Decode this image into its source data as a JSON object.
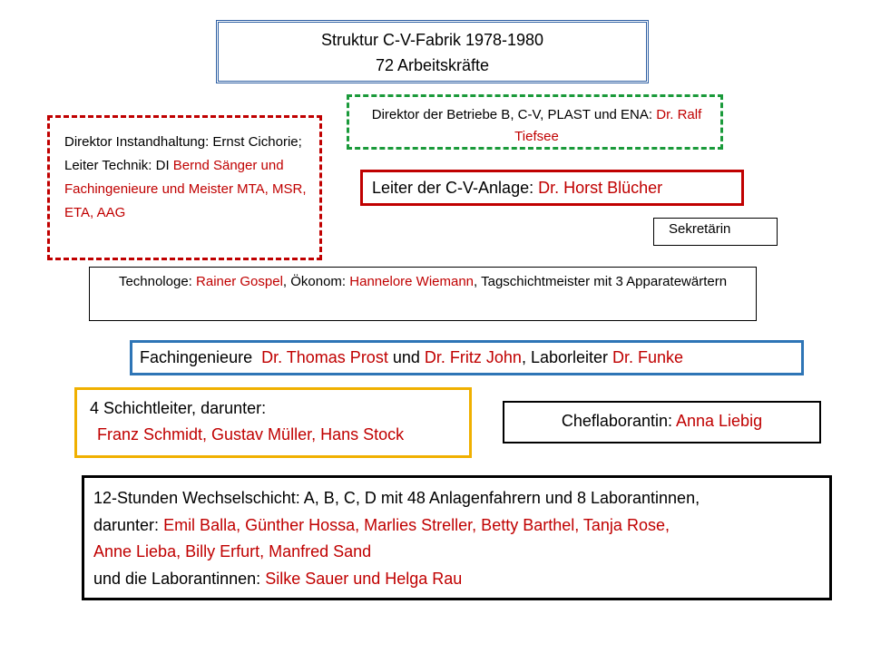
{
  "header": {
    "title": "Struktur C-V-Fabrik 1978-1980",
    "workforce": "72 Arbeitskräfte"
  },
  "director": {
    "label": "Direktor der Betriebe  B, C-V, PLAST und ENA:",
    "name": "Dr. Ralf Tiefsee"
  },
  "maintenance": {
    "label": "Direktor Instandhaltung: Ernst Cichorie; Leiter Technik: DI",
    "staff": "Bernd Sänger und Fachingenieure  und Meister MTA, MSR, ETA, AAG"
  },
  "plant_lead": {
    "label": "Leiter der C-V-Anlage:",
    "name": "Dr. Horst Blücher"
  },
  "secretary": {
    "label": "Sekretärin"
  },
  "technologist": {
    "label1": "Technologe:",
    "name1": "Rainer  Gospel",
    "sep1": ", Ökonom:",
    "name2": "Hannelore  Wiemann",
    "label2": ", Tagschichtmeister  mit 3 Apparatewärtern"
  },
  "engineers": {
    "label1": "Fachingenieure",
    "name1": "Dr. Thomas Prost",
    "sep1": "und",
    "name2": "Dr. Fritz John",
    "label2": ", Laborleiter",
    "name3": "Dr. Funke"
  },
  "shift_leaders": {
    "label": "4 Schichtleiter, darunter:",
    "names": "Franz Schmidt, Gustav Müller, Hans Stock"
  },
  "chief_lab": {
    "label": "Cheflaborantin:",
    "name": "Anna Liebig"
  },
  "rotation": {
    "line1": "12-Stunden Wechselschicht: A, B, C, D mit 48 Anlagenfahrern und 8 Laborantinnen,",
    "line2_label": "darunter:",
    "line2_names": "Emil Balla, Günther Hossa,  Marlies Streller, Betty Barthel, Tanja Rose,",
    "line3_names": "Anne Lieba, Billy Erfurt,  Manfred Sand",
    "line4_label": "und die Laborantinnen:",
    "line4_names": "Silke Sauer und Helga Rau"
  },
  "colors": {
    "title_border": "#2e5fa3",
    "director_border": "#1a9a3a",
    "maintenance_border": "#c00000",
    "plant_lead_border": "#c00000",
    "engineers_border": "#2e75b6",
    "shift_lead_border": "#f0b000",
    "name_text": "#c00000"
  }
}
